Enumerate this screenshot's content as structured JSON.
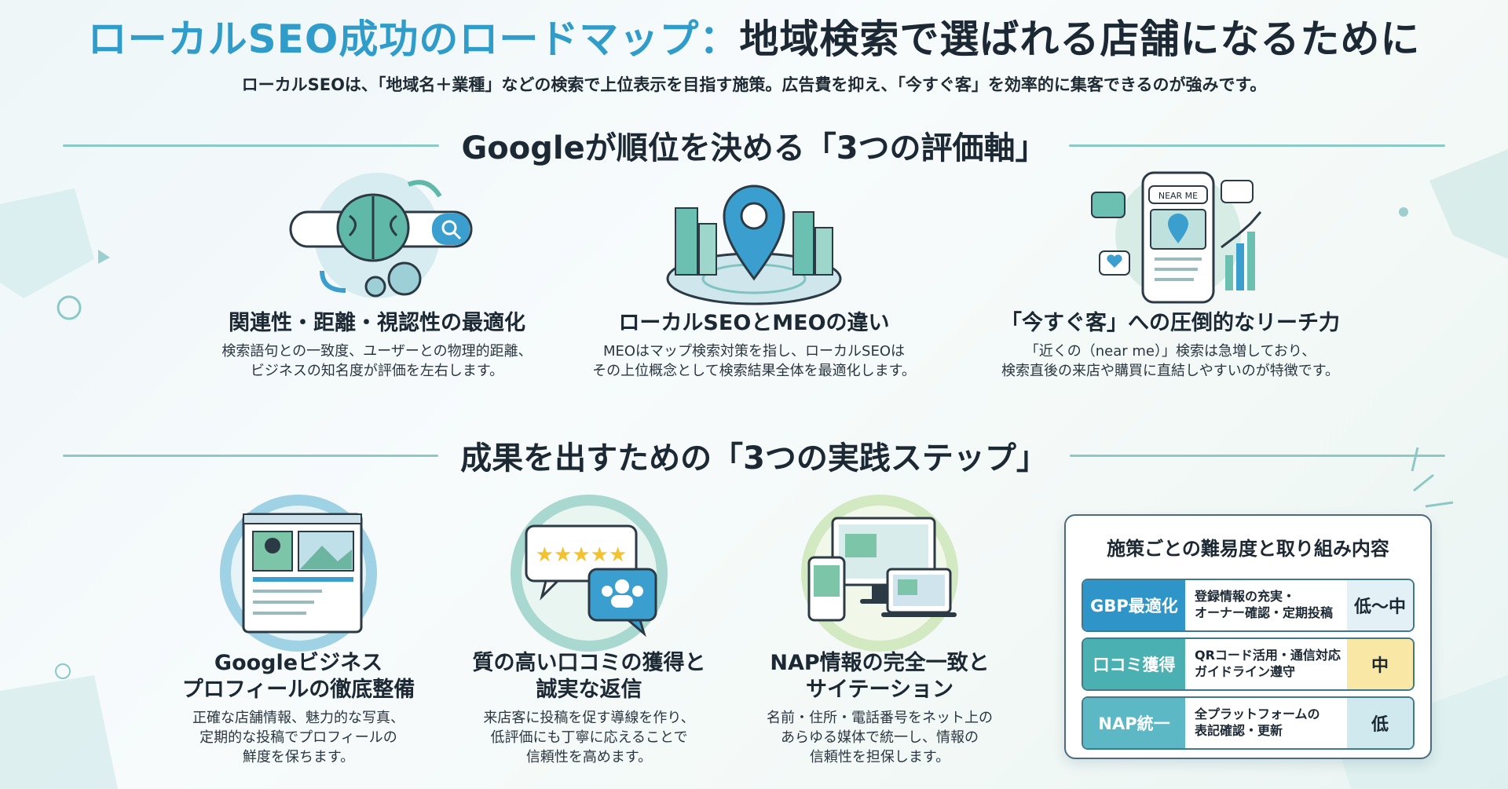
{
  "header": {
    "title_colored": "ローカルSEO成功のロードマップ",
    "title_colon": "：",
    "title_dark": "地域検索で選ばれる店舗になるために",
    "subtitle": "ローカルSEOは、「地域名＋業種」などの検索で上位表示を目指す施策。広告費を抑え、「今すぐ客」を効率的に集客できるのが強みです。"
  },
  "section1": {
    "heading": "Googleが順位を決める「3つの評価軸」",
    "cards": [
      {
        "icon": "brain-search-icon",
        "title": "関連性・距離・視認性の最適化",
        "desc1": "検索語句との一致度、ユーザーとの物理的距離、",
        "desc2": "ビジネスの知名度が評価を左右します。"
      },
      {
        "icon": "map-pin-city-icon",
        "title": "ローカルSEOとMEOの違い",
        "desc1": "MEOはマップ検索対策を指し、ローカルSEOは",
        "desc2": "その上位概念として検索結果全体を最適化します。"
      },
      {
        "icon": "phone-near-me-icon",
        "icon_label": "NEAR ME",
        "title": "「今すぐ客」への圧倒的なリーチ力",
        "desc1": "「近くの（near me）」検索は急増しており、",
        "desc2": "検索直後の来店や購買に直結しやすいのが特徴です。"
      }
    ]
  },
  "section2": {
    "heading": "成果を出すための「3つの実践ステップ」",
    "cards": [
      {
        "icon": "business-profile-icon",
        "title1": "Googleビジネス",
        "title2": "プロフィールの徹底整備",
        "desc1": "正確な店舗情報、魅力的な写真、",
        "desc2": "定期的な投稿でプロフィールの",
        "desc3": "鮮度を保ちます。"
      },
      {
        "icon": "review-stars-icon",
        "title1": "質の高い口コミの獲得と",
        "title2": "誠実な返信",
        "desc1": "来店客に投稿を促す導線を作り、",
        "desc2": "低評価にも丁寧に応えることで",
        "desc3": "信頼性を高めます。"
      },
      {
        "icon": "multi-device-icon",
        "title1": "NAP情報の完全一致と",
        "title2": "サイテーション",
        "desc1": "名前・住所・電話番号をネット上の",
        "desc2": "あらゆる媒体で統一し、情報の",
        "desc3": "信頼性を担保します。"
      }
    ]
  },
  "difficulty_table": {
    "heading": "施策ごとの難易度と取り組み内容",
    "rows": [
      {
        "label": "GBP最適化",
        "desc1": "登録情報の充実・",
        "desc2": "オーナー確認・定期投稿",
        "level": "低〜中",
        "label_color": "#2f95c8",
        "level_color": "#e3f1f6"
      },
      {
        "label": "口コミ獲得",
        "desc1": "QRコード活用・通信対応",
        "desc2": "ガイドライン遵守",
        "level": "中",
        "label_color": "#4ab0b2",
        "level_color": "#f9e7a6"
      },
      {
        "label": "NAP統一",
        "desc1": "全プラットフォームの",
        "desc2": "表記確認・更新",
        "level": "低",
        "label_color": "#5bb8c4",
        "level_color": "#cfe9ee"
      }
    ]
  },
  "colors": {
    "accent_blue": "#2f9cc9",
    "accent_teal": "#4ab0b2",
    "dark_text": "#1c2833"
  }
}
